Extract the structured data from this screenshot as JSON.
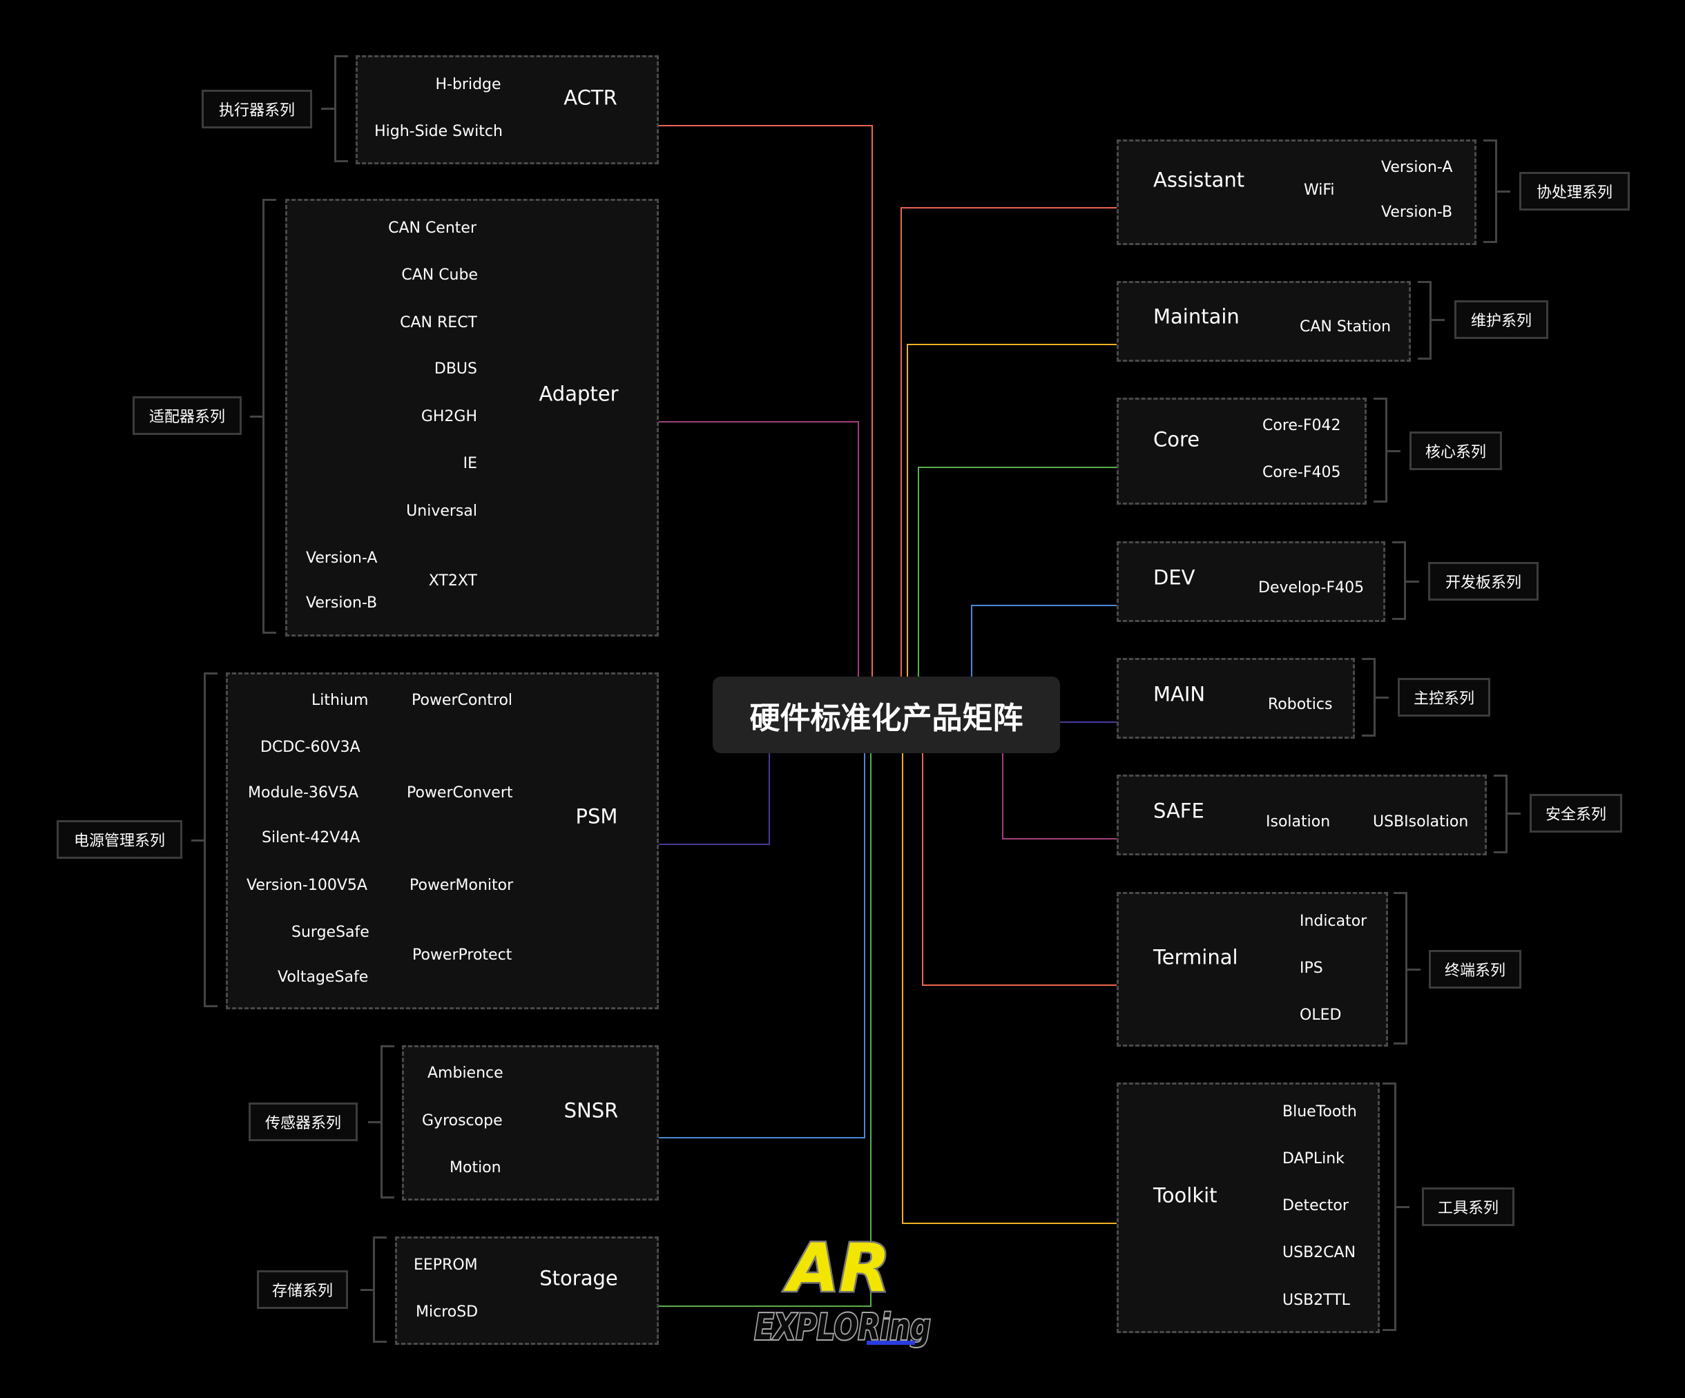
{
  "title": "硬件标准化产品矩阵",
  "colors": {
    "ACTR": "#ef6552",
    "Adapter": "#a0407c",
    "PSM": "#4a3a9e",
    "SNSR": "#4a88d8",
    "Storage": "#58b04a",
    "Assistant": "#ef6552",
    "Maintain": "#f0b020",
    "Core": "#58b04a",
    "DEV": "#4a88d8",
    "MAIN": "#4a3a9e",
    "SAFE": "#a0407c",
    "Terminal": "#ef6552",
    "Toolkit": "#f0b020"
  },
  "groups": {
    "ACTR": {
      "series": "执行器系列",
      "name": "ACTR",
      "items": [
        "H-bridge",
        "High-Side Switch"
      ]
    },
    "Adapter": {
      "series": "适配器系列",
      "name": "Adapter",
      "items": [
        "CAN Center",
        "CAN Cube",
        "CAN RECT",
        "DBUS",
        "GH2GH",
        "IE",
        "Universal",
        "XT2XT"
      ],
      "sub": {
        "XT2XT": [
          "Version-A",
          "Version-B"
        ]
      }
    },
    "PSM": {
      "series": "电源管理系列",
      "name": "PSM",
      "items": [
        "PowerControl",
        "PowerConvert",
        "PowerMonitor",
        "PowerProtect"
      ],
      "sub": {
        "PowerControl": [
          "Lithium"
        ],
        "PowerConvert": [
          "DCDC-60V3A",
          "Module-36V5A",
          "Silent-42V4A"
        ],
        "PowerMonitor": [
          "Version-100V5A"
        ],
        "PowerProtect": [
          "SurgeSafe",
          "VoltageSafe"
        ]
      }
    },
    "SNSR": {
      "series": "传感器系列",
      "name": "SNSR",
      "items": [
        "Ambience",
        "Gyroscope",
        "Motion"
      ]
    },
    "Storage": {
      "series": "存储系列",
      "name": "Storage",
      "items": [
        "EEPROM",
        "MicroSD"
      ]
    },
    "Assistant": {
      "series": "协处理系列",
      "name": "Assistant",
      "items": [
        "WiFi"
      ],
      "sub": {
        "WiFi": [
          "Version-A",
          "Version-B"
        ]
      }
    },
    "Maintain": {
      "series": "维护系列",
      "name": "Maintain",
      "items": [
        "CAN Station"
      ]
    },
    "Core": {
      "series": "核心系列",
      "name": "Core",
      "items": [
        "Core-F042",
        "Core-F405"
      ]
    },
    "DEV": {
      "series": "开发板系列",
      "name": "DEV",
      "items": [
        "Develop-F405"
      ]
    },
    "MAIN": {
      "series": "主控系列",
      "name": "MAIN",
      "items": [
        "Robotics"
      ]
    },
    "SAFE": {
      "series": "安全系列",
      "name": "SAFE",
      "items": [
        "Isolation",
        "USBIsolation"
      ]
    },
    "Terminal": {
      "series": "终端系列",
      "name": "Terminal",
      "items": [
        "Indicator",
        "IPS",
        "OLED"
      ]
    },
    "Toolkit": {
      "series": "工具系列",
      "name": "Toolkit",
      "items": [
        "BlueTooth",
        "DAPLink",
        "Detector",
        "USB2CAN",
        "USB2TTL"
      ]
    }
  },
  "logo": {
    "top": "AR",
    "bottom": "EXPLORing"
  }
}
